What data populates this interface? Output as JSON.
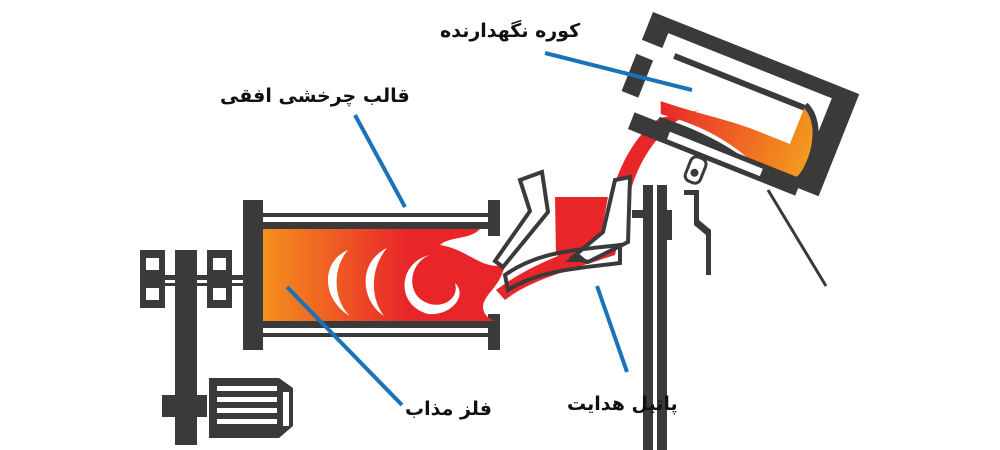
{
  "labels": {
    "holding_furnace": "کوره نگهدارنده",
    "horizontal_rotating_mold": "قالب چرخشی افقی",
    "molten_metal": "فلز مذاب",
    "guide_ladle": "پاتیل هدایت"
  },
  "colors": {
    "machine": "#3a3a3a",
    "molten_hot": "#e8262a",
    "molten_warm": "#f4901e",
    "leader_line": "#1a72b8"
  }
}
